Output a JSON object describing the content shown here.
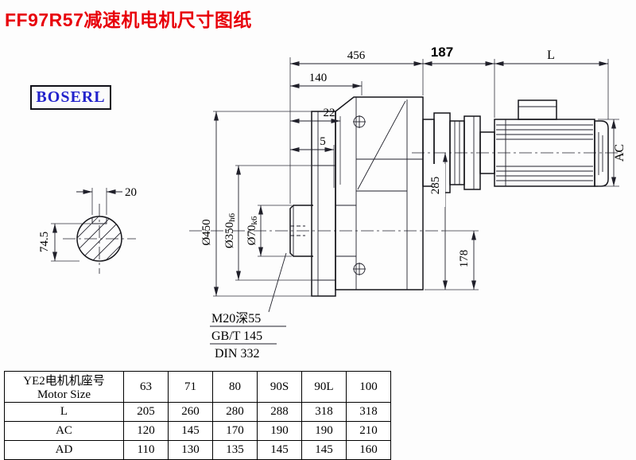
{
  "title": "FF97R57减速机电机尺寸图纸",
  "logo": "BOSERL",
  "drawing": {
    "dims": {
      "total_length": "456",
      "adapter_length": "187",
      "motor_length": "L",
      "flange_depth": "140",
      "spigot_depth": "22",
      "face_offset": "5",
      "key_width": "20",
      "key_height": "74.5",
      "flange_dia": "Ø450",
      "spigot_dia_main": "Ø350",
      "spigot_dia_tol": "h6",
      "shaft_dia_main": "Ø70",
      "shaft_dia_tol": "k6",
      "center_height": "285",
      "shaft_height": "178",
      "motor_dia": "AC"
    },
    "notes": {
      "tap": "M20深55",
      "std1": "GB/T 145",
      "std2": "DIN 332"
    }
  },
  "table": {
    "header_cn": "YE2电机机座号",
    "header_en": "Motor Size",
    "sizes": [
      "63",
      "71",
      "80",
      "90S",
      "90L",
      "100"
    ],
    "rows": [
      {
        "label": "L",
        "values": [
          "205",
          "260",
          "280",
          "288",
          "318",
          "318"
        ]
      },
      {
        "label": "AC",
        "values": [
          "120",
          "145",
          "170",
          "190",
          "190",
          "210"
        ]
      },
      {
        "label": "AD",
        "values": [
          "110",
          "130",
          "135",
          "145",
          "145",
          "160"
        ]
      }
    ]
  }
}
